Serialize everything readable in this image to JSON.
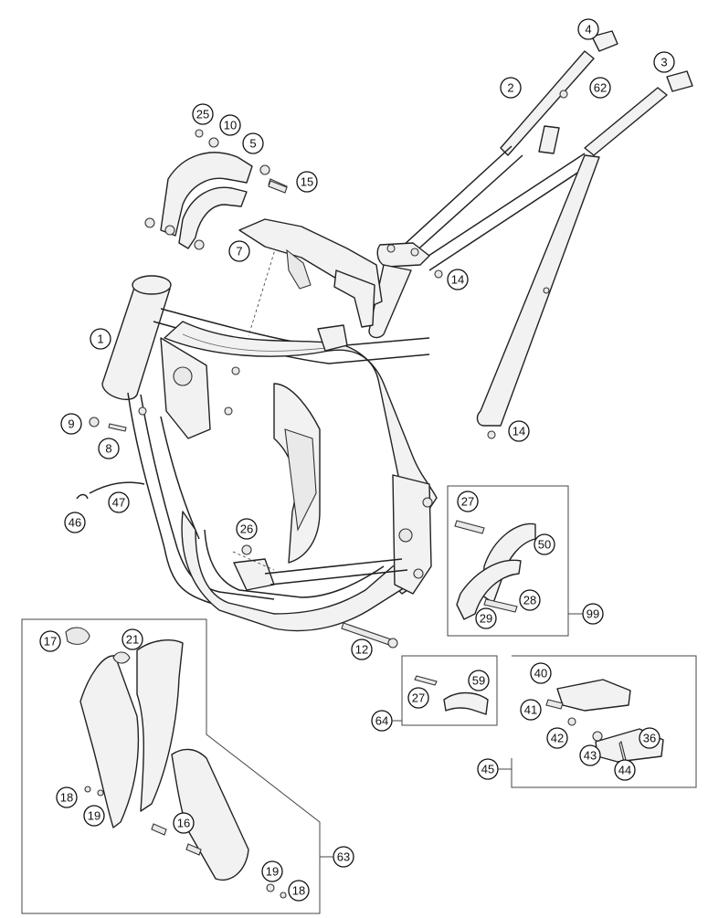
{
  "diagram": {
    "callouts": [
      {
        "label": "1"
      },
      {
        "label": "2"
      },
      {
        "label": "3"
      },
      {
        "label": "4"
      },
      {
        "label": "5"
      },
      {
        "label": "7"
      },
      {
        "label": "8"
      },
      {
        "label": "9"
      },
      {
        "label": "10"
      },
      {
        "label": "12"
      },
      {
        "label": "14"
      },
      {
        "label": "14"
      },
      {
        "label": "15"
      },
      {
        "label": "16"
      },
      {
        "label": "17"
      },
      {
        "label": "18"
      },
      {
        "label": "18"
      },
      {
        "label": "19"
      },
      {
        "label": "19"
      },
      {
        "label": "21"
      },
      {
        "label": "25"
      },
      {
        "label": "26"
      },
      {
        "label": "27"
      },
      {
        "label": "27"
      },
      {
        "label": "28"
      },
      {
        "label": "29"
      },
      {
        "label": "36"
      },
      {
        "label": "40"
      },
      {
        "label": "41"
      },
      {
        "label": "42"
      },
      {
        "label": "43"
      },
      {
        "label": "44"
      },
      {
        "label": "45"
      },
      {
        "label": "46"
      },
      {
        "label": "47"
      },
      {
        "label": "50"
      },
      {
        "label": "59"
      },
      {
        "label": "62"
      },
      {
        "label": "63"
      },
      {
        "label": "64"
      },
      {
        "label": "99"
      }
    ]
  }
}
